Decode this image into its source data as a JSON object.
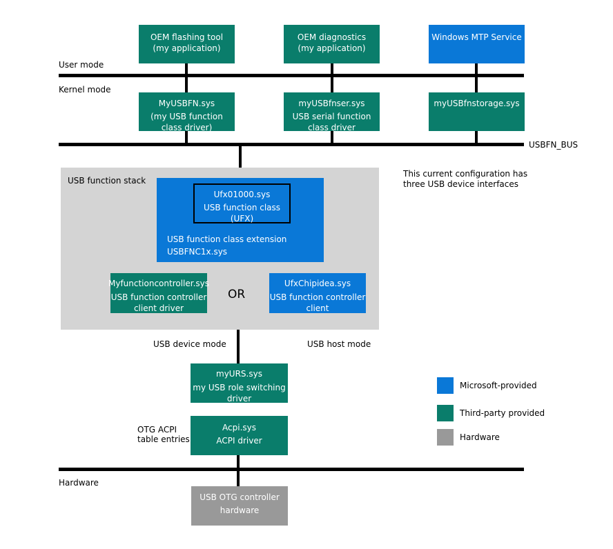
{
  "layers": {
    "user_mode": "User mode",
    "kernel_mode": "Kernel mode",
    "usbfn_bus": "USBFN_BUS",
    "hardware": "Hardware"
  },
  "apps": {
    "oem_flashing": [
      "OEM flashing tool",
      "(my application)"
    ],
    "oem_diagnostics": [
      "OEM diagnostics",
      "(my application)"
    ],
    "windows_mtp": [
      "Windows MTP Service"
    ]
  },
  "drivers": {
    "myusbfn": [
      "MyUSBFN.sys",
      "(my USB function",
      "class driver)"
    ],
    "myusbfnser": [
      "myUSBfnser.sys",
      "USB serial function",
      "class driver"
    ],
    "myusbfnstorage": [
      "myUSBfnstorage.sys"
    ]
  },
  "stack": {
    "title": "USB function stack",
    "ufx": [
      "Ufx01000.sys",
      "USB function class (UFX)"
    ],
    "extension": [
      "USB function class extension",
      "USBFNC1x.sys"
    ],
    "my_controller": [
      "Myfunctioncontroller.sys",
      "USB function controller",
      "client driver"
    ],
    "or": "OR",
    "ufx_chipidea": [
      "UfxChipidea.sys",
      "USB function controller",
      "client"
    ]
  },
  "note": [
    "This current configuration has",
    "three USB device interfaces"
  ],
  "modes": {
    "device": "USB device mode",
    "host": "USB host mode"
  },
  "urs": [
    "myURS.sys",
    "my USB role switching",
    "driver"
  ],
  "acpi": [
    "Acpi.sys",
    "ACPI driver"
  ],
  "otg_acpi": [
    "OTG ACPI",
    "table entries"
  ],
  "otg_hw": [
    "USB OTG controller",
    "hardware"
  ],
  "legend": {
    "microsoft": "Microsoft-provided",
    "third_party": "Third-party provided",
    "hardware": "Hardware"
  },
  "colors": {
    "microsoft": "#0a78d7",
    "third_party": "#0a7d6b",
    "hardware": "#999999",
    "stack_bg": "#d4d4d4"
  }
}
